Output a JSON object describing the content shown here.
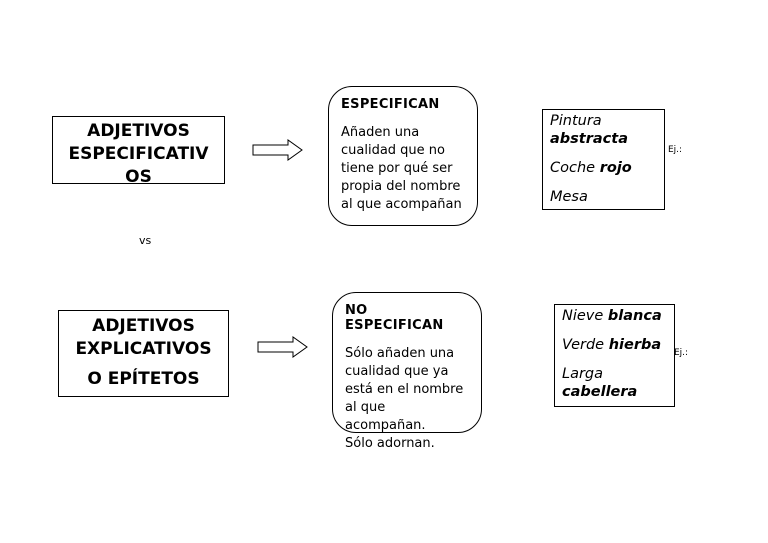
{
  "vs": "vs",
  "top": {
    "title_line1": "ADJETIVOS",
    "title_line2": "ESPECIFICATIV",
    "title_line3": "OS",
    "heading": "ESPECIFICAN",
    "body_lines": [
      "Añaden una",
      "cualidad que no",
      "tiene por qué ser",
      "propia del nombre",
      "al que acompañan"
    ],
    "ej": "Ej.:",
    "examples": [
      {
        "noun": "Pintura",
        "adjective": "abstracta"
      },
      {
        "noun": "Coche",
        "adjective": "rojo"
      },
      {
        "noun": "Mesa",
        "adjective": ""
      }
    ]
  },
  "bottom": {
    "title_line1": "ADJETIVOS",
    "title_line2": "EXPLICATIVOS",
    "title_line3": "O EPÍTETOS",
    "heading": "NO ESPECIFICAN",
    "body_lines": [
      "Sólo añaden una",
      "cualidad que ya",
      "está en el nombre",
      "al que acompañan.",
      "Sólo adornan."
    ],
    "ej": "Ej.:",
    "examples": [
      {
        "noun": "Nieve",
        "adjective": "blanca"
      },
      {
        "noun": "Verde",
        "adjective": "hierba"
      },
      {
        "noun": "Larga",
        "adjective": "cabellera"
      }
    ]
  }
}
